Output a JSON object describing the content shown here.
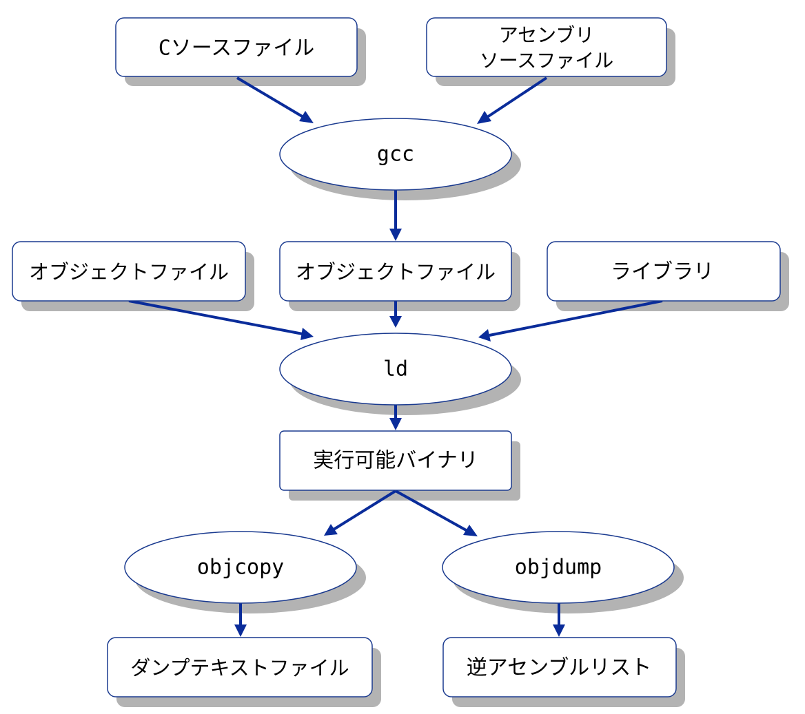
{
  "nodes": {
    "c_source": {
      "label": "Cソースファイル"
    },
    "asm_source": {
      "lines": [
        "アセンブリ",
        "ソースファイル"
      ]
    },
    "gcc": {
      "label": "gcc"
    },
    "object_left": {
      "label": "オブジェクトファイル"
    },
    "object_center": {
      "label": "オブジェクトファイル"
    },
    "library": {
      "label": "ライブラリ"
    },
    "ld": {
      "label": "ld"
    },
    "executable": {
      "label": "実行可能バイナリ"
    },
    "objcopy": {
      "label": "objcopy"
    },
    "objdump": {
      "label": "objdump"
    },
    "dump_text": {
      "label": "ダンプテキストファイル"
    },
    "disasm_list": {
      "label": "逆アセンブルリスト"
    }
  },
  "colors": {
    "edge": "#0a2c9a",
    "border": "#1a3a8f",
    "shadow": "#b3b3b3"
  }
}
